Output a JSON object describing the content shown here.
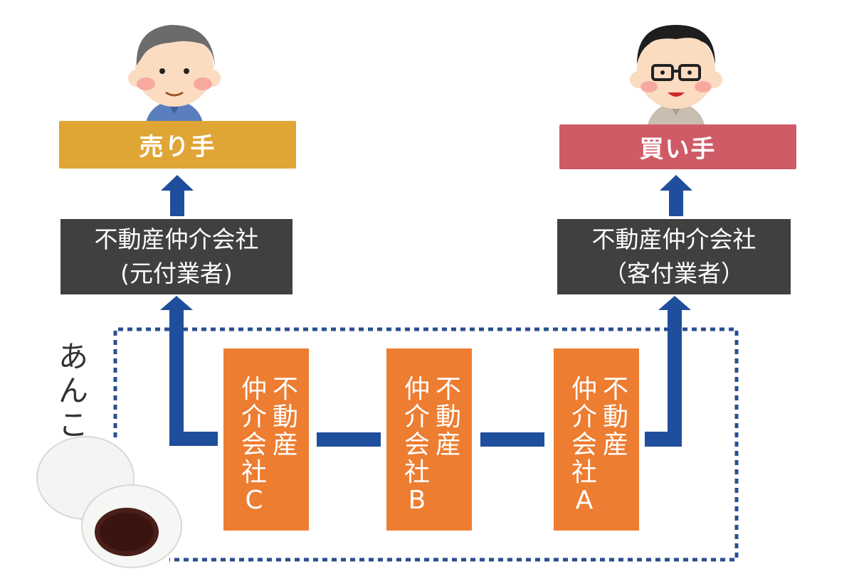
{
  "seller": {
    "label": "売り手"
  },
  "buyer": {
    "label": "買い手"
  },
  "listing_agent": {
    "line1": "不動産仲介会社",
    "line2": "(元付業者)"
  },
  "buying_agent": {
    "line1": "不動産仲介会社",
    "line2": "（客付業者）"
  },
  "intermediaries": [
    {
      "right": [
        "不"
      ],
      "left": [
        "仲",
        "介",
        "会",
        "社",
        "C"
      ],
      "right_rest": [
        "動",
        "産"
      ]
    },
    {
      "right": [
        "不"
      ],
      "left": [
        "仲",
        "介",
        "会",
        "社",
        "B"
      ],
      "right_rest": [
        "動",
        "産"
      ]
    },
    {
      "right": [
        "不"
      ],
      "left": [
        "仲",
        "介",
        "会",
        "社",
        "A"
      ],
      "right_rest": [
        "動",
        "産"
      ]
    }
  ],
  "anko_label": [
    "あ",
    "ん",
    "こ"
  ],
  "colors": {
    "seller": "#dfa535",
    "buyer": "#cf5b66",
    "agent": "#404040",
    "intermediary": "#ed7d31",
    "arrow": "#1f4e9c",
    "dotted_frame": "#2a4f8f"
  },
  "icons": [
    "seller-person-icon",
    "buyer-person-icon",
    "manju-icon"
  ]
}
